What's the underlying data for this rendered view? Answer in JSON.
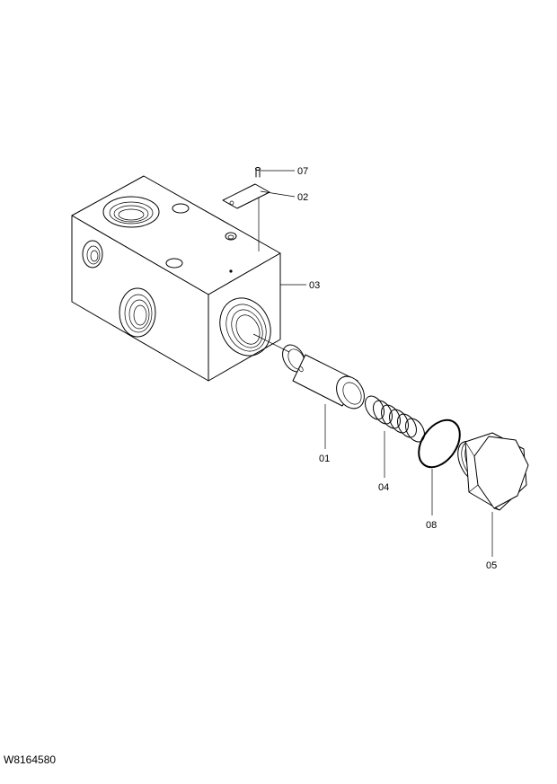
{
  "drawing_code": "W8164580",
  "parts": [
    {
      "id": "p07",
      "number": "07"
    },
    {
      "id": "p02",
      "number": "02"
    },
    {
      "id": "p03",
      "number": "03"
    },
    {
      "id": "p01",
      "number": "01"
    },
    {
      "id": "p04",
      "number": "04"
    },
    {
      "id": "p08",
      "number": "08"
    },
    {
      "id": "p05",
      "number": "05"
    }
  ]
}
